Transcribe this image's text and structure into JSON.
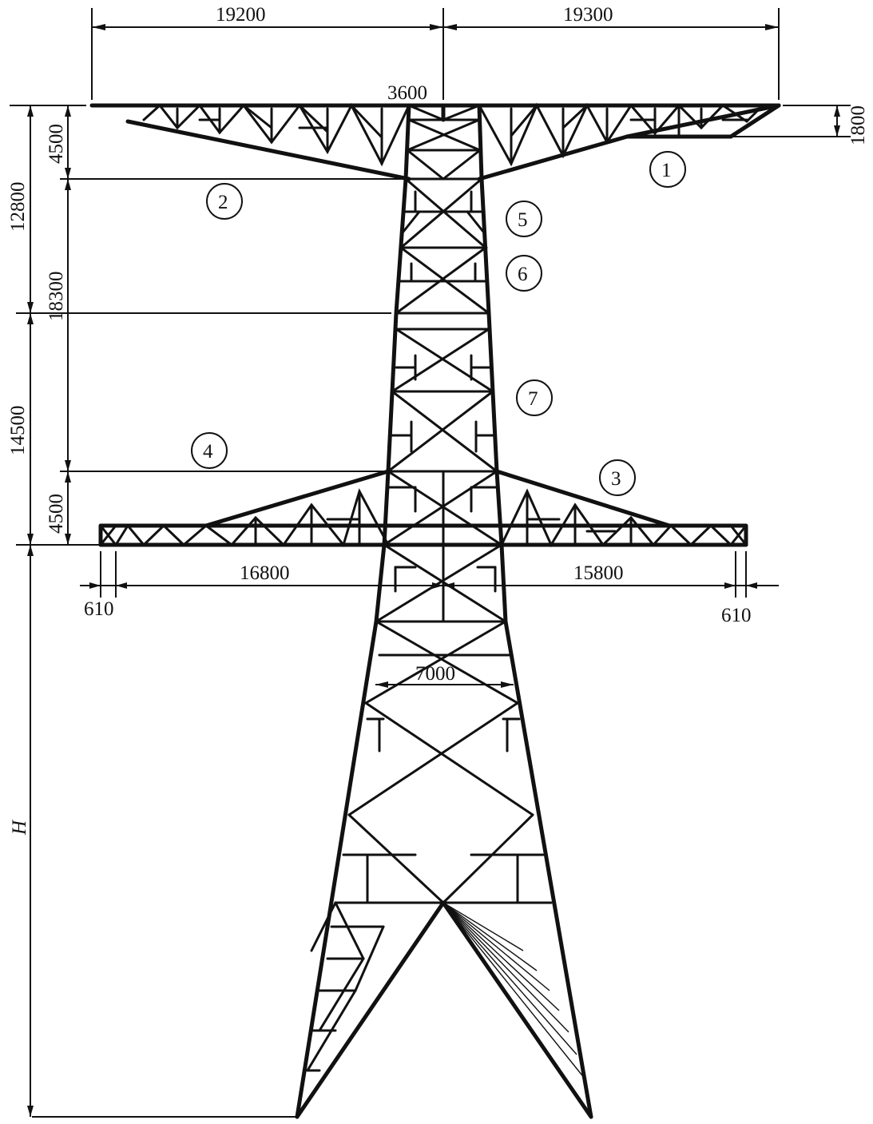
{
  "dimensions": {
    "top_left_span": "19200",
    "top_right_span": "19300",
    "top_waist_width": "3600",
    "top_arm_depth": "1800",
    "overall_upper_height": "12800",
    "upper_arm_height": "4500",
    "mid_height": "18300",
    "lower_mid_height": "14500",
    "lower_arm_height": "4500",
    "lower_left_span": "16800",
    "lower_right_span": "15800",
    "left_tip": "610",
    "right_tip": "610",
    "body_width": "7000",
    "total_height": "H"
  },
  "callouts": [
    {
      "id": "1"
    },
    {
      "id": "2"
    },
    {
      "id": "3"
    },
    {
      "id": "4"
    },
    {
      "id": "5"
    },
    {
      "id": "6"
    },
    {
      "id": "7"
    }
  ]
}
